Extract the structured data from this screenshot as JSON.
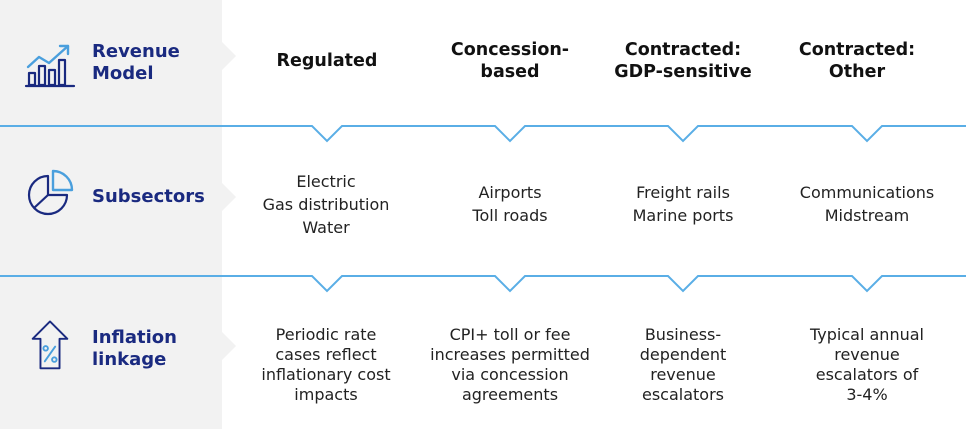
{
  "rows": {
    "revenue_model": {
      "label_line1": "Revenue",
      "label_line2": "Model"
    },
    "subsectors": {
      "label_line1": "Subsectors"
    },
    "inflation": {
      "label_line1": "Inflation",
      "label_line2": "linkage"
    }
  },
  "columns": [
    {
      "header": [
        "Regulated"
      ],
      "subsectors": [
        "Electric",
        "Gas distribution",
        "Water"
      ],
      "inflation": [
        "Periodic rate",
        "cases reflect",
        "inflationary cost",
        "impacts"
      ]
    },
    {
      "header": [
        "Concession-",
        "based"
      ],
      "subsectors": [
        "Airports",
        "Toll roads"
      ],
      "inflation": [
        "CPI+ toll or fee",
        "increases permitted",
        "via concession",
        "agreements"
      ]
    },
    {
      "header": [
        "Contracted:",
        "GDP-sensitive"
      ],
      "subsectors": [
        "Freight rails",
        "Marine ports"
      ],
      "inflation": [
        "Business-",
        "dependent",
        "revenue",
        "escalators"
      ]
    },
    {
      "header": [
        "Contracted:",
        "Other"
      ],
      "subsectors": [
        "Communications",
        "Midstream"
      ],
      "inflation": [
        "Typical annual",
        "revenue",
        "escalators of",
        "3-4%"
      ]
    }
  ],
  "icons": {
    "revenue": "bar-chart-growth-icon",
    "subsectors": "pie-chart-icon",
    "inflation": "percent-up-arrow-icon"
  },
  "colors": {
    "accent_line": "#5aaee6",
    "label_navy": "#1a2a80",
    "left_panel": "#f2f2f2"
  }
}
